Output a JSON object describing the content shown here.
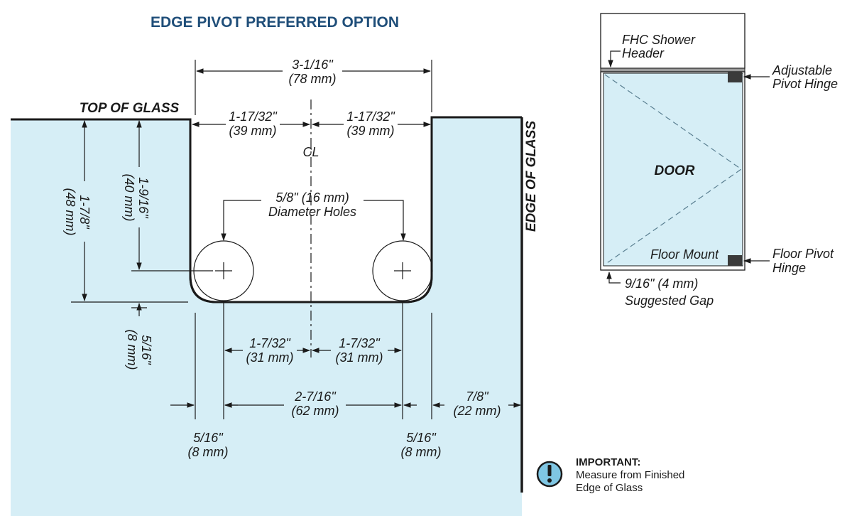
{
  "title": "EDGE PIVOT PREFERRED OPTION",
  "labels": {
    "top_of_glass": "TOP OF GLASS",
    "edge_of_glass": "EDGE OF GLASS",
    "centerline": "CL",
    "door": "DOOR",
    "fhc_header_l1": "FHC Shower",
    "fhc_header_l2": "Header",
    "adjustable_hinge_l1": "Adjustable",
    "adjustable_hinge_l2": "Pivot Hinge",
    "floor_mount": "Floor Mount",
    "floor_pivot_l1": "Floor Pivot",
    "floor_pivot_l2": "Hinge",
    "gap_l1": "9/16\" (4 mm)",
    "gap_l2": "Suggested Gap"
  },
  "dimensions": {
    "overall_width": {
      "imperial": "3-1/16\"",
      "metric": "(78 mm)"
    },
    "left_half_width": {
      "imperial": "1-17/32\"",
      "metric": "(39 mm)"
    },
    "right_half_width": {
      "imperial": "1-17/32\"",
      "metric": "(39 mm)"
    },
    "hole_diameter": {
      "imperial": "5/8\" (16 mm)",
      "metric": "Diameter Holes"
    },
    "cutout_depth": {
      "imperial": "1-7/8\"",
      "metric": "(48 mm)"
    },
    "hole_depth": {
      "imperial": "1-9/16\"",
      "metric": "(40 mm)"
    },
    "bottom_offset": {
      "imperial": "5/16\"",
      "metric": "(8 mm)"
    },
    "left_hole_offset": {
      "imperial": "1-7/32\"",
      "metric": "(31 mm)"
    },
    "right_hole_offset": {
      "imperial": "1-7/32\"",
      "metric": "(31 mm)"
    },
    "hole_spacing": {
      "imperial": "2-7/16\"",
      "metric": "(62 mm)"
    },
    "edge_distance": {
      "imperial": "7/8\"",
      "metric": "(22 mm)"
    },
    "left_hole_margin": {
      "imperial": "5/16\"",
      "metric": "(8 mm)"
    },
    "right_hole_margin": {
      "imperial": "5/16\"",
      "metric": "(8 mm)"
    }
  },
  "note": {
    "heading": "IMPORTANT:",
    "line1": "Measure from Finished",
    "line2": "Edge of Glass"
  },
  "colors": {
    "glass": "#d6eef6",
    "title": "#1f4e79",
    "line": "#1a1a1a",
    "hinge": "#3a3a3a",
    "icon_fill": "#7fc6e3"
  }
}
